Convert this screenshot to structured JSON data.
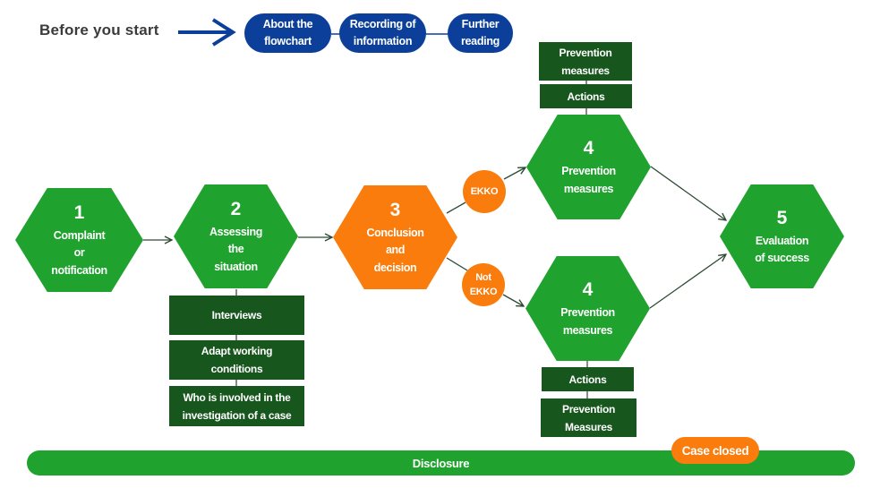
{
  "header": {
    "intro_label": "Before you start",
    "arrow_icon": "arrow-right-icon",
    "links": [
      {
        "label": "About the\nflowchart"
      },
      {
        "label": "Recording of\ninformation"
      },
      {
        "label": "Further\nreading"
      }
    ]
  },
  "colors": {
    "primary_blue": "#0b3f9a",
    "step_green": "#1fa22e",
    "sub_box_green": "#17561d",
    "decision_orange": "#f97c0c",
    "connector": "#2e4a33"
  },
  "steps": [
    {
      "number": "1",
      "label": "Complaint\nor\nnotification"
    },
    {
      "number": "2",
      "label": "Assessing\nthe\nsituation"
    },
    {
      "number": "3",
      "label": "Conclusion\nand\ndecision"
    },
    {
      "number": "4",
      "label": "Prevention\nmeasures"
    },
    {
      "number": "4",
      "label": "Prevention\nmeasures"
    },
    {
      "number": "5",
      "label": "Evaluation\nof success"
    }
  ],
  "step2_subitems": [
    {
      "label": "Interviews"
    },
    {
      "label": "Adapt working\nconditions"
    },
    {
      "label": "Who is involved in the\ninvestigation of a case"
    }
  ],
  "step4_upper_subitems": [
    {
      "label": "Prevention\nmeasures"
    },
    {
      "label": "Actions"
    }
  ],
  "step4_lower_subitems": [
    {
      "label": "Actions"
    },
    {
      "label": "Prevention\nMeasures"
    }
  ],
  "branches": {
    "ekko": "EKKO",
    "not_ekko": "Not\nEKKO"
  },
  "footer": {
    "disclosure_label": "Disclosure",
    "case_closed_label": "Case closed"
  }
}
